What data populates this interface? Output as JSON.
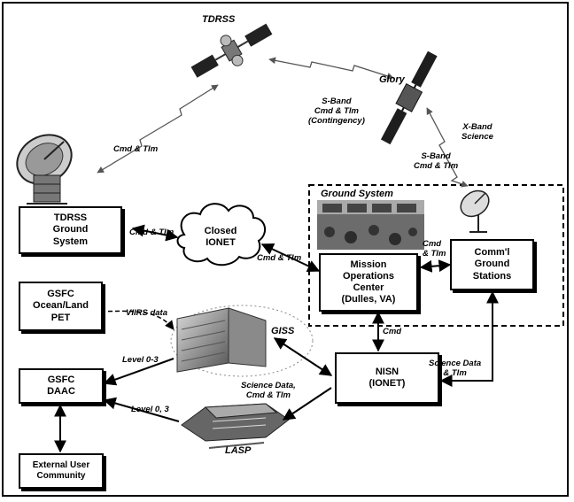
{
  "labels": {
    "tdrss": "TDRSS",
    "glory": "Glory",
    "ground_system": "Ground System",
    "giss": "GISS",
    "lasp": "LASP"
  },
  "boxes": {
    "tdrss_ground": "TDRSS\nGround\nSystem",
    "closed_ionet": "Closed\nIONET",
    "moc": "Mission\nOperations\nCenter\n(Dulles, VA)",
    "comml": "Comm'l\nGround\nStations",
    "gsfc_ocean": "GSFC\nOcean/Land\nPET",
    "nisn": "NISN\n(IONET)",
    "gsfc_daac": "GSFC\nDAAC",
    "external": "External User\nCommunity"
  },
  "links": {
    "tdrss_cmd_tlm": "Cmd & Tlm",
    "sband_contingency": "S-Band\nCmd & Tlm\n(Contingency)",
    "xband_science": "X-Band\nScience",
    "sband_cmd_tlm": "S-Band\nCmd & Tlm",
    "ground_cmd_tlm": "Cmd & Tlm",
    "ionet_moc": "Cmd & Tlm",
    "moc_comml": "Cmd\n& Tlm",
    "moc_nisn": "Cmd",
    "viirs": "VIIRS data",
    "level_03": "Level 0-3",
    "level_0_3": "Level 0, 3",
    "science_cmd": "Science Data,\nCmd & Tlm",
    "science_tlm": "Science Data\n& Tlm"
  }
}
